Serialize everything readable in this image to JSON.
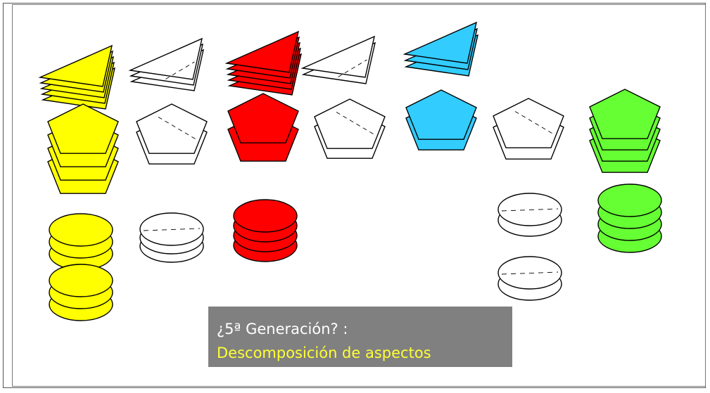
{
  "colors": {
    "yellow": "#ffff00",
    "white": "#ffffff",
    "red": "#ff0000",
    "blue": "#33ccff",
    "green": "#66ff33",
    "stroke": "#000000",
    "caption_bg": "#808080",
    "caption_line1": "#ffffff",
    "caption_line2": "#ffff33"
  },
  "caption": {
    "line1": "¿5ª Generación? :",
    "line2": "Descomposición  de aspectos"
  },
  "stacks": [
    {
      "name": "triangle-stack-yellow",
      "shape": "triangle",
      "color": "yellow",
      "layers": 5
    },
    {
      "name": "triangle-stack-white-1",
      "shape": "triangle",
      "color": "white",
      "layers": 3,
      "dashed": true
    },
    {
      "name": "triangle-stack-red",
      "shape": "triangle",
      "color": "red",
      "layers": 5
    },
    {
      "name": "triangle-stack-white-2",
      "shape": "triangle",
      "color": "white",
      "layers": 2,
      "dashed": true
    },
    {
      "name": "triangle-stack-blue",
      "shape": "triangle",
      "color": "blue",
      "layers": 3
    },
    {
      "name": "pentagon-stack-yellow",
      "shape": "pentagon",
      "color": "yellow",
      "layers": 4
    },
    {
      "name": "pentagon-stack-white-1",
      "shape": "pentagon",
      "color": "white",
      "layers": 2,
      "dashed": true
    },
    {
      "name": "pentagon-stack-red",
      "shape": "pentagon",
      "color": "red",
      "layers": 2
    },
    {
      "name": "pentagon-stack-white-2",
      "shape": "pentagon",
      "color": "white",
      "layers": 2,
      "dashed": true
    },
    {
      "name": "pentagon-stack-blue",
      "shape": "pentagon",
      "color": "blue",
      "layers": 2
    },
    {
      "name": "pentagon-stack-white-3",
      "shape": "pentagon",
      "color": "white",
      "layers": 2,
      "dashed": true
    },
    {
      "name": "pentagon-stack-green",
      "shape": "pentagon",
      "color": "green",
      "layers": 4
    },
    {
      "name": "disk-stack-yellow-upper",
      "shape": "disk",
      "color": "yellow",
      "layers": 3
    },
    {
      "name": "disk-stack-yellow-lower",
      "shape": "disk",
      "color": "yellow",
      "layers": 3
    },
    {
      "name": "disk-stack-white-1",
      "shape": "disk",
      "color": "white",
      "layers": 3,
      "dashed": true
    },
    {
      "name": "disk-stack-red",
      "shape": "disk",
      "color": "red",
      "layers": 4
    },
    {
      "name": "disk-stack-white-2",
      "shape": "disk",
      "color": "white",
      "layers": 2,
      "dashed": true
    },
    {
      "name": "disk-stack-white-3",
      "shape": "disk",
      "color": "white",
      "layers": 2,
      "dashed": true
    },
    {
      "name": "disk-stack-green",
      "shape": "disk",
      "color": "green",
      "layers": 4
    }
  ]
}
